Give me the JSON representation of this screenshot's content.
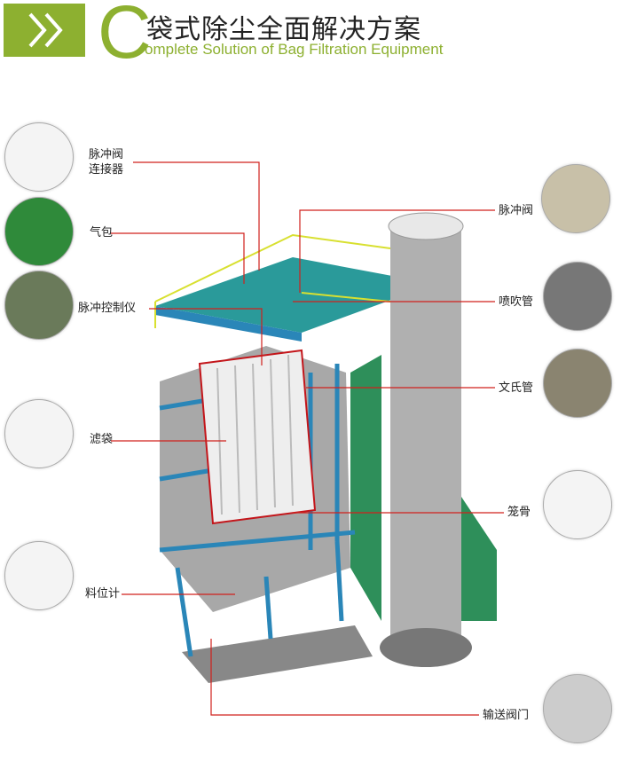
{
  "header": {
    "title_initial": "C",
    "title_cn": "袋式除尘全面解决方案",
    "subtitle": "omplete Solution of Bag Filtration Equipment"
  },
  "labels_left": [
    "脉冲阀\n连接器",
    "气包",
    "脉冲控制仪",
    "滤袋",
    "料位计"
  ],
  "labels_right": [
    "脉冲阀",
    "喷吹管",
    "文氏管",
    "笼骨",
    "输送阀门"
  ],
  "colors": {
    "accent": "#8db030",
    "leader": "#d0201c"
  }
}
